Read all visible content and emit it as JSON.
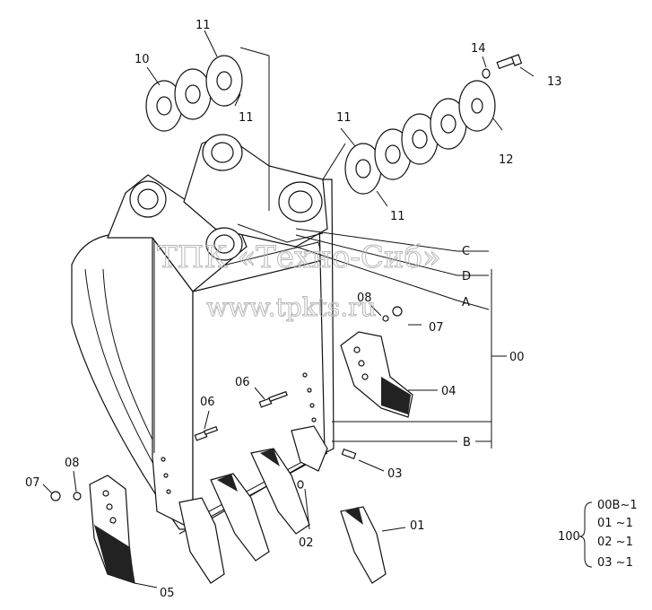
{
  "watermark": {
    "line1": "ТПК «Техно-Сиб»",
    "line2": "www.tpkts.ru"
  },
  "callouts": {
    "p10": "10",
    "p11a": "11",
    "p11b": "11",
    "p11c": "11",
    "p11d": "11",
    "p14": "14",
    "p13": "13",
    "p12": "12",
    "pC": "C",
    "pD": "D",
    "pA": "A",
    "p08a": "08",
    "p07a": "07",
    "p00": "00",
    "p04": "04",
    "p06a": "06",
    "p06b": "06",
    "pB": "B",
    "p03": "03",
    "p07b": "07",
    "p08b": "08",
    "p01": "01",
    "p02": "02",
    "p05": "05"
  },
  "assembly_table": {
    "label": "100",
    "rows": [
      "00B~1",
      "01  ~1",
      "02  ~1",
      "03  ~1"
    ]
  }
}
